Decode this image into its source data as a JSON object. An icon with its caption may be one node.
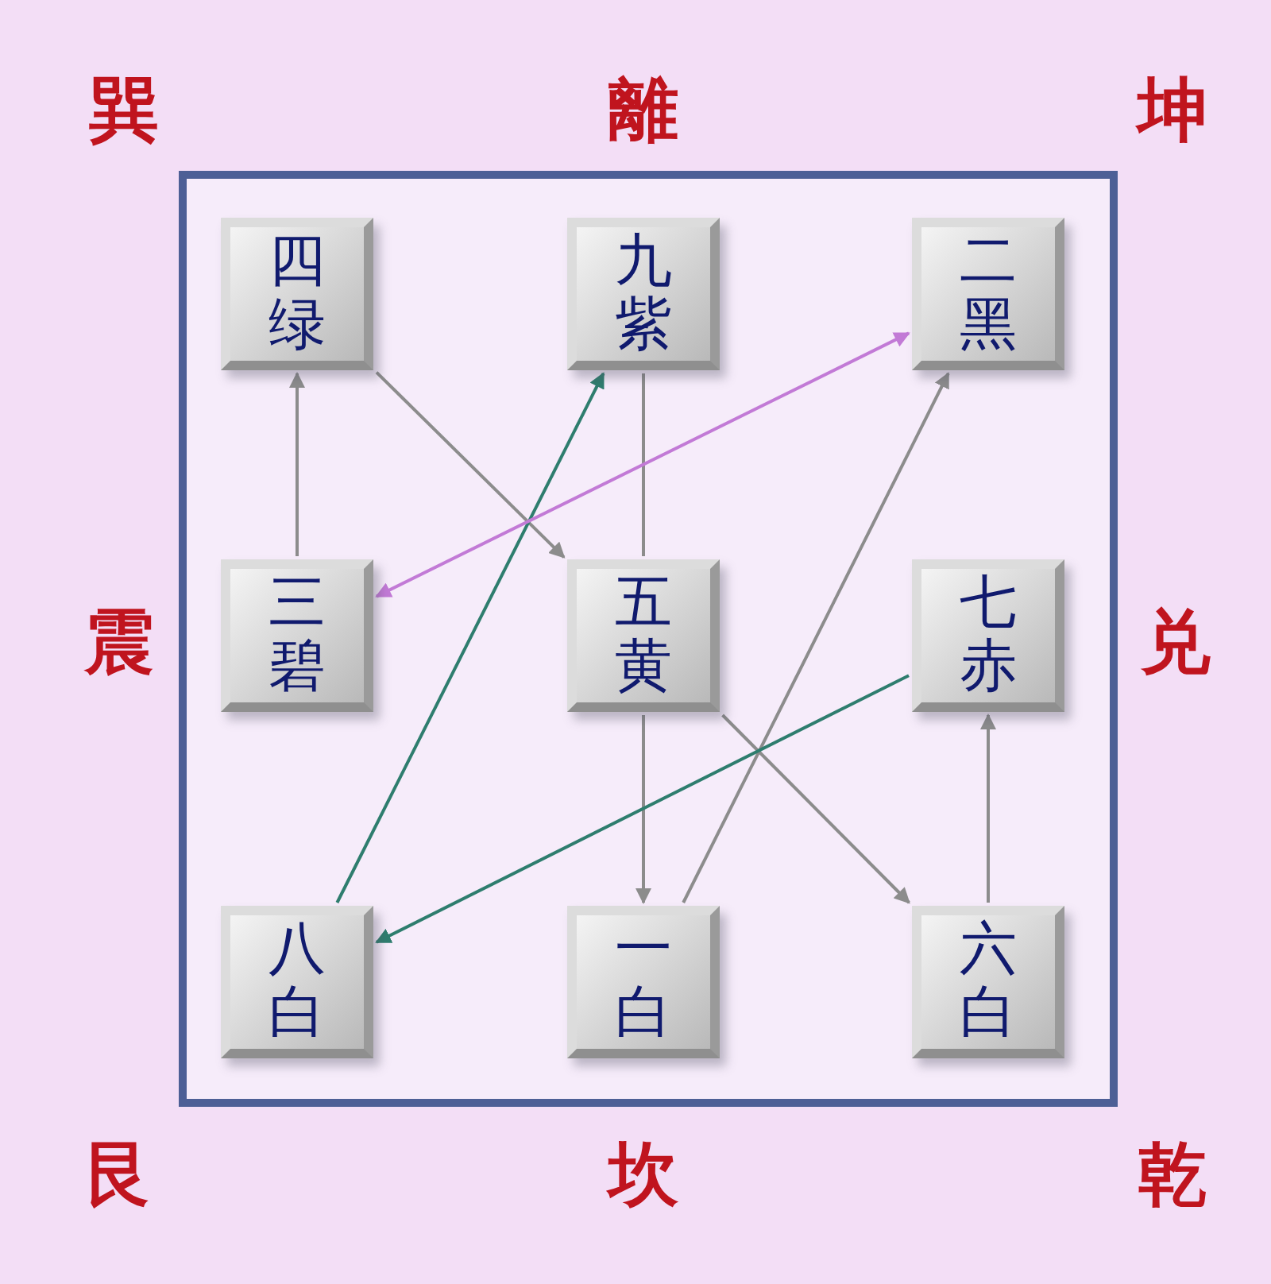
{
  "diagram": {
    "nodes": [
      {
        "text": [
          "四绿"
        ]
      },
      {
        "text": [
          "九紫"
        ]
      },
      {
        "text": [
          "二黑"
        ]
      },
      {
        "text": [
          "三碧"
        ]
      },
      {
        "text": [
          "五黄"
        ]
      },
      {
        "text": [
          "七赤"
        ]
      },
      {
        "text": [
          "八白"
        ]
      },
      {
        "text": [
          "一白"
        ]
      },
      {
        "text": [
          "六白"
        ]
      }
    ],
    "edges": [
      {
        "from": 3,
        "to": 0,
        "arrow": "to"
      },
      {
        "from": 0,
        "to": 4,
        "arrow": "to"
      },
      {
        "from": 1,
        "to": 4,
        "arrow": "none"
      },
      {
        "from": 6,
        "to": 1,
        "arrow": "to",
        "color": "#2e7d6e"
      },
      {
        "from": 2,
        "to": 3,
        "arrow": "both",
        "color": "#c27ad6"
      },
      {
        "from": 4,
        "to": 7,
        "arrow": "to"
      },
      {
        "from": 4,
        "to": 8,
        "arrow": "to"
      },
      {
        "from": 7,
        "to": 2,
        "arrow": "to"
      },
      {
        "from": 8,
        "to": 5,
        "arrow": "to"
      },
      {
        "from": 5,
        "to": 6,
        "arrow": "to",
        "color": "#2e7d6e"
      }
    ],
    "labels": [
      "巽",
      "離",
      "坤",
      "震",
      "兑",
      "艮",
      "坎",
      "乾"
    ]
  }
}
